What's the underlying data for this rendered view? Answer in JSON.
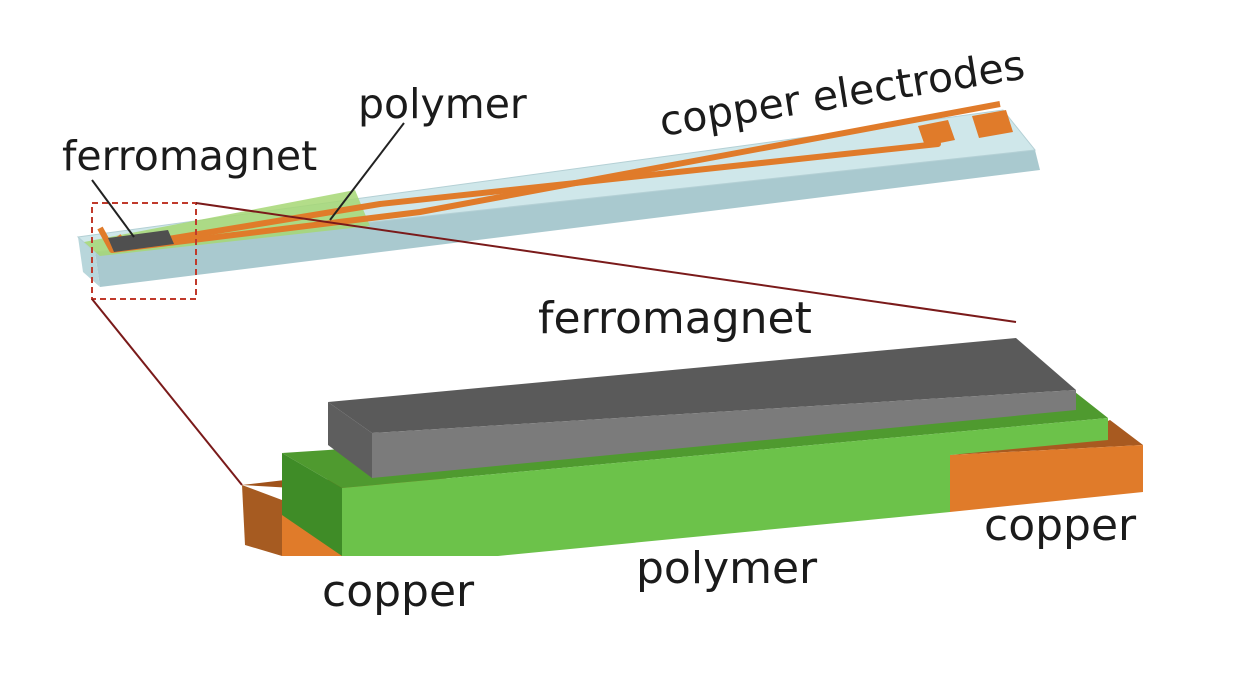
{
  "labels": {
    "top_ferromagnet": "ferromagnet",
    "top_polymer": "polymer",
    "copper_electrodes": "copper electrodes",
    "detail_ferromagnet": "ferromagnet",
    "detail_polymer": "polymer",
    "copper_left": "copper",
    "copper_right": "copper"
  },
  "colors": {
    "substrate": "#cfe7ea",
    "polymer": "#6cc24a",
    "copper": "#e07b2a",
    "ferromagnet": "#6e6e6e",
    "zoom_box": "#c0392b",
    "zoom_lines": "#7a1a1a"
  }
}
